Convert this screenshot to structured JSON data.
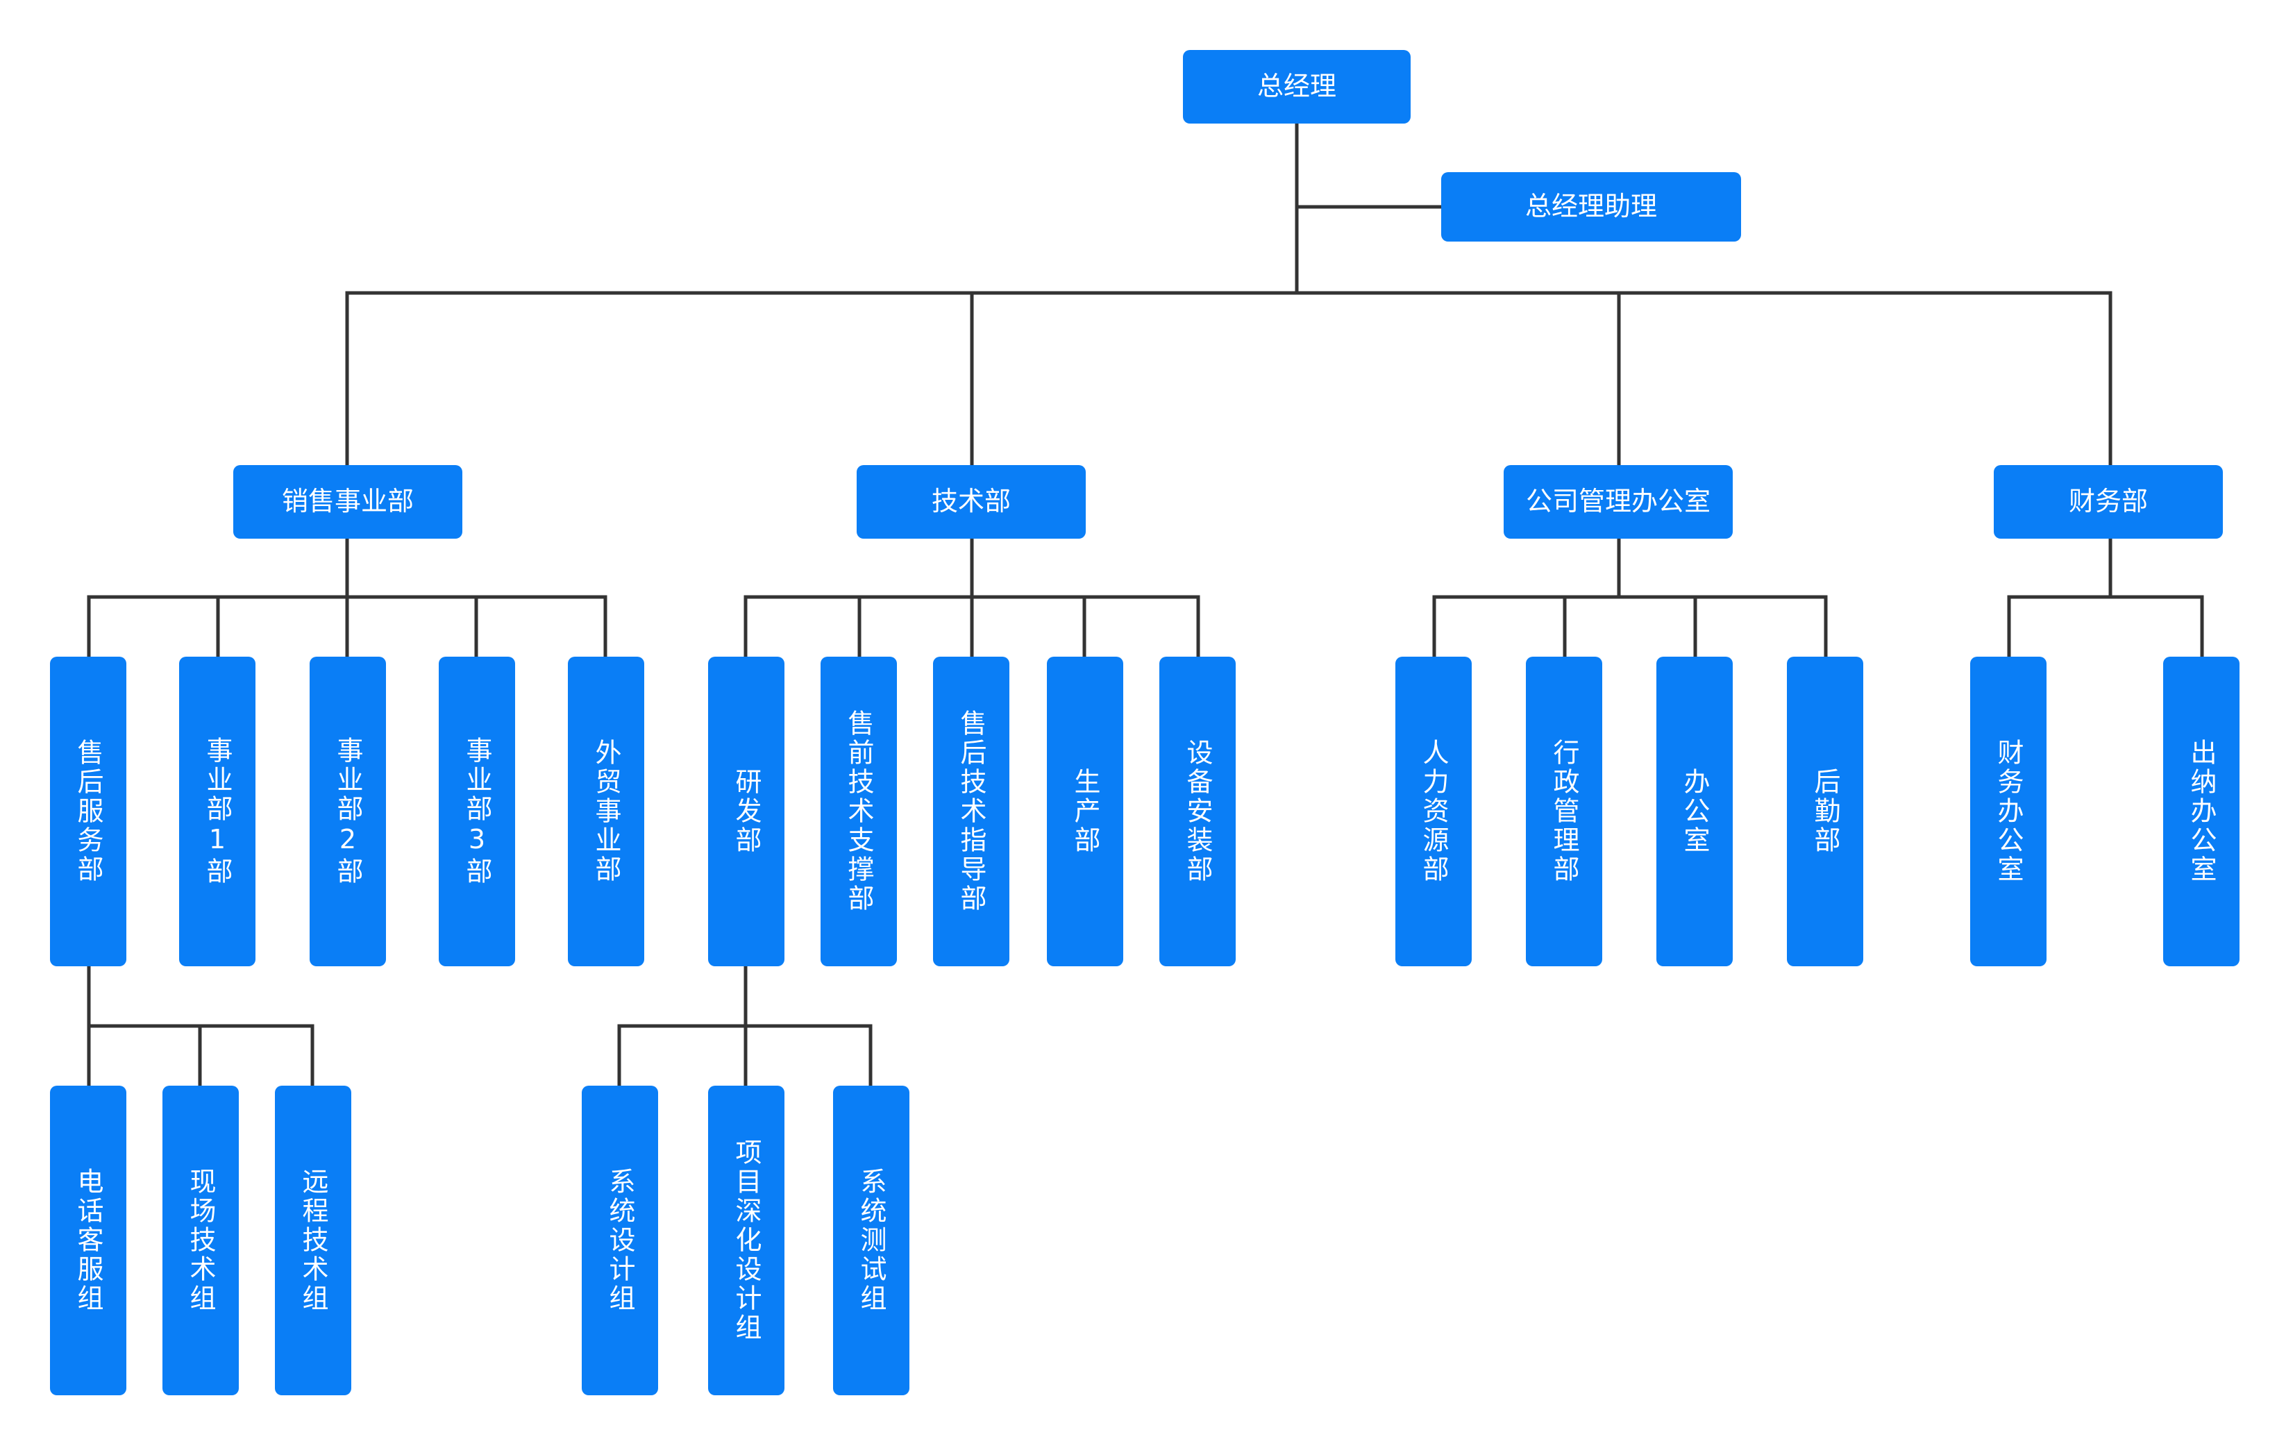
{
  "colors": {
    "box": "#0a7ef6",
    "text": "#ffffff",
    "line": "#333333"
  },
  "nodes": {
    "root": "总经理",
    "assistant": "总经理助理",
    "sales": "销售事业部",
    "tech": "技术部",
    "admin": "公司管理办公室",
    "finance": "财务部",
    "aftersales": "售后服务部",
    "biz1": "事业部1部",
    "biz2": "事业部2部",
    "biz3": "事业部3部",
    "foreign": "外贸事业部",
    "rnd": "研发部",
    "presales": "售前技术支撑部",
    "guide": "售后技术指导部",
    "production": "生产部",
    "install": "设备安装部",
    "hr": "人力资源部",
    "adminmgmt": "行政管理部",
    "office": "办公室",
    "logistics": "后勤部",
    "finoffice": "财务办公室",
    "cashier": "出纳办公室",
    "phone": "电话客服组",
    "onsite": "现场技术组",
    "remote": "远程技术组",
    "sysdesign": "系统设计组",
    "deepdesign": "项目深化设计组",
    "systest": "系统测试组"
  }
}
